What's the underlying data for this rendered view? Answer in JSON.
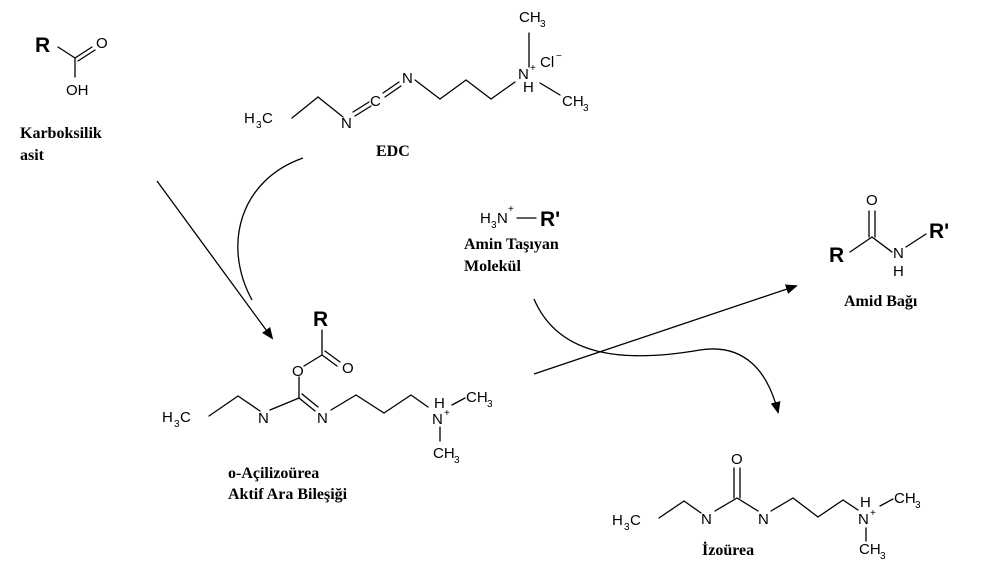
{
  "labels": {
    "carboxylic_acid_line1": "Karboksilik",
    "carboxylic_acid_line2": "asit",
    "edc": "EDC",
    "amine_line1": "Amin Taşıyan",
    "amine_line2": "Molekül",
    "amide": "Amid Bağı",
    "intermediate_line1": "o-Açilizoürea",
    "intermediate_line2": "Aktif Ara Bileşiği",
    "isourea": "İzoürea"
  },
  "atoms": {
    "R": "R",
    "R_prime": "R'",
    "O": "O",
    "OH": "OH",
    "N": "N",
    "H": "H",
    "C": "C",
    "Cl": "Cl",
    "CH": "CH",
    "HC": "H",
    "C_right": "C",
    "three": "3",
    "two": "3",
    "plus": "+",
    "minus": "−",
    "H3N_H": "H",
    "H3N_N": "N"
  }
}
